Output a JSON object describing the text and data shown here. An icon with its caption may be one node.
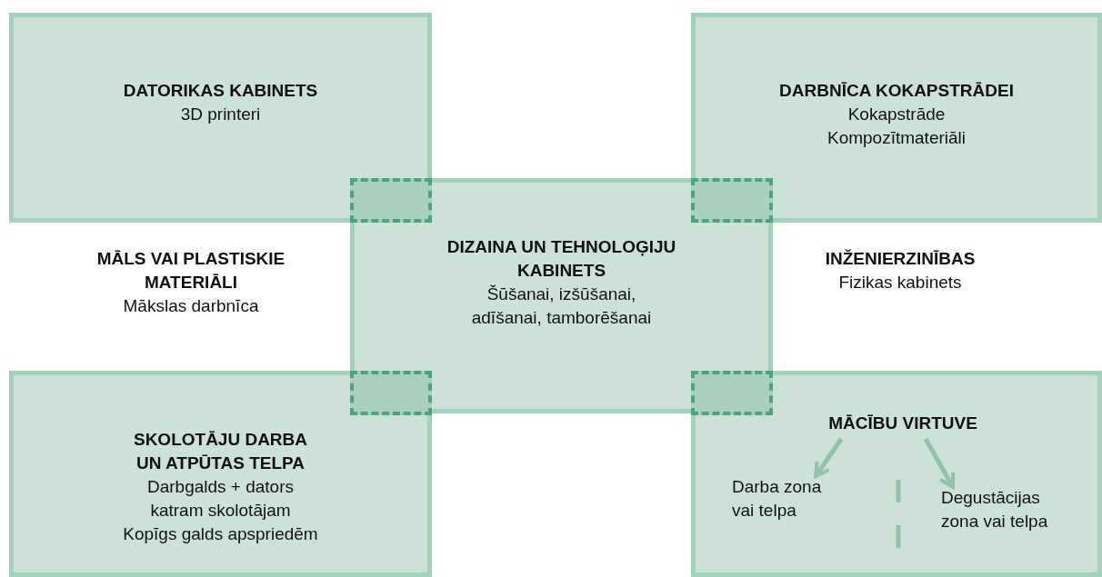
{
  "diagram": {
    "nodes": [
      {
        "text": [
          "DATORIKAS KABINETS",
          "3D printeri"
        ]
      },
      {
        "text": [
          "DARBNĪCA KOKAPSTRĀDEI",
          "Kokapstrāde",
          "Kompozītmateriāli"
        ]
      },
      {
        "text": [
          "DIZAINA UN TEHNOLOĢIJU KABINETS",
          "Šūšanai, izšūšanai, adīšanai, tamborēšanai"
        ]
      },
      {
        "text": [
          "SKOLOTĀJU DARBA UN ATPŪTAS TELPA",
          "Darbgalds + dators katram skolotājam",
          "Kopīgs galds apspriedēm"
        ]
      },
      {
        "text": [],
        "shape": "box"
      },
      {
        "text": [
          "MĀCĪBU VIRTUVE"
        ],
        "in": 4
      },
      {
        "text": [
          "Darba zona vai telpa"
        ],
        "in": 4
      },
      {
        "text": [
          "Degustācijas zona vai telpa"
        ],
        "in": 4
      },
      {
        "text": [],
        "shape": "box"
      },
      {
        "text": [],
        "shape": "box"
      },
      {
        "text": [],
        "shape": "box"
      },
      {
        "text": [],
        "shape": "box"
      }
    ],
    "edges": [
      {
        "from": 5,
        "to": 6,
        "arrow": "to"
      },
      {
        "from": 5,
        "to": 7,
        "arrow": "to"
      }
    ],
    "labels": [
      "MĀLS VAI PLASTISKIE MATERIĀLI",
      "Mākslas darbnīca",
      "INŽENIERZINĪBAS",
      "Fizikas kabinets"
    ]
  }
}
